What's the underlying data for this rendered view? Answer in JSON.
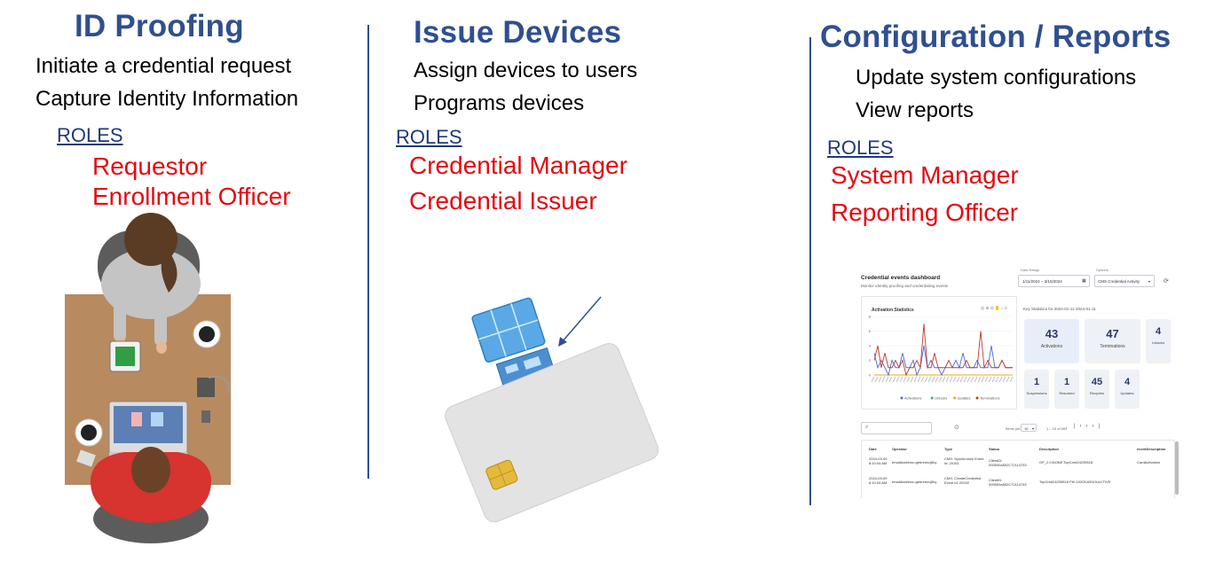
{
  "columns": [
    {
      "title": "ID Proofing",
      "lines": [
        "Initiate a credential request",
        "Capture Identity Information"
      ],
      "roles_label": "ROLES",
      "roles": [
        "Requestor",
        "Enrollment Officer"
      ]
    },
    {
      "title": "Issue Devices",
      "lines": [
        "Assign devices to users",
        "Programs devices"
      ],
      "roles_label": "ROLES",
      "roles": [
        "Credential Manager",
        "Credential Issuer"
      ]
    },
    {
      "title": "Configuration / Reports",
      "lines": [
        "Update system configurations",
        "View reports"
      ],
      "roles_label": "ROLES",
      "roles": [
        "System Manager",
        "Reporting Officer"
      ]
    }
  ],
  "colors": {
    "title": "#2f4f8f",
    "role": "#e5090f",
    "roles_label": "#1f3a7a",
    "divider": "#2f4f8f"
  },
  "dashboard": {
    "title": "Credential events dashboard",
    "subtitle": "Monitor identity proofing and credentialing events",
    "date_range_label": "Date Range",
    "date_range": "1/11/2024 – 3/10/2024",
    "options_label": "Options",
    "options_value": "CMS Credential Activity",
    "chart_title": "Activation Statistics",
    "stats_title": "Key Statistics for 2024-01-11-2024-01-11",
    "stats": [
      {
        "value": "43",
        "label": "Activations"
      },
      {
        "value": "47",
        "label": "Terminations"
      },
      {
        "value": "4",
        "label": "Unlocks"
      },
      {
        "value": "1",
        "label": "Suspensions"
      },
      {
        "value": "1",
        "label": "Resumed"
      },
      {
        "value": "45",
        "label": "Recycles"
      },
      {
        "value": "4",
        "label": "Updates"
      }
    ],
    "legend": [
      "Activations",
      "Unlocks",
      "Updates",
      "Terminations"
    ],
    "legend_colors": [
      "#4a6fd8",
      "#3cb371",
      "#e0b000",
      "#c0392b"
    ],
    "items_per_page_label": "Items per page:",
    "items_per_page": "10",
    "pagination": "1 – 10 of 553",
    "table_headers": [
      "Date",
      "Operator",
      "Type",
      "Status",
      "Description",
      "eventDescription"
    ],
    "table_rows": [
      [
        "2024-03-09 8:10:04 AM",
        "emailAddress=gebremo@ky",
        "CMS: Synchronize Event Id: 20151",
        "ClientID: 000500a552C72114733",
        "OP_2.0;NONE TopCred24239518",
        "CardActivation"
      ],
      [
        "2024-03-09 8:10:04 AM",
        "emailAddress=gebremo@ky",
        "CMS: CreateCredential Event Id: 20202",
        "ClientID: 000500a552C72114733",
        "TopCred24239518 PKI;10205;63315;ACTIVE",
        ""
      ]
    ],
    "chart_data": {
      "type": "line",
      "title": "Activation Statistics",
      "ylim": [
        0,
        8
      ],
      "yticks": [
        0,
        2,
        4,
        6,
        8
      ],
      "series": [
        {
          "name": "Activations",
          "values": [
            3,
            1,
            2,
            1,
            0,
            2,
            1,
            1,
            3,
            1,
            1,
            2,
            0,
            1,
            4,
            1,
            2,
            1,
            1,
            0,
            1,
            1,
            1,
            2,
            1,
            3,
            1,
            1,
            1,
            2,
            1,
            1,
            1,
            4,
            1,
            1,
            2,
            1,
            1,
            1
          ]
        },
        {
          "name": "Unlocks",
          "values": [
            0,
            0,
            0,
            0,
            0,
            0,
            0,
            0,
            0,
            0,
            0,
            0,
            0,
            0,
            0,
            0,
            0,
            0,
            0,
            0,
            0,
            0,
            0,
            0,
            0,
            0,
            0,
            0,
            0,
            0,
            0,
            0,
            0,
            0,
            0,
            0,
            0,
            0,
            0,
            0
          ]
        },
        {
          "name": "Updates",
          "values": [
            0,
            0,
            0,
            0,
            0,
            0,
            0,
            0,
            0,
            0,
            0,
            0,
            0,
            0,
            0,
            0,
            0,
            0,
            0,
            0,
            0,
            0,
            0,
            0,
            0,
            0,
            0,
            0,
            0,
            0,
            0,
            0,
            0,
            0,
            0,
            0,
            0,
            0,
            0,
            0
          ]
        },
        {
          "name": "Terminations",
          "values": [
            2,
            4,
            1,
            3,
            1,
            1,
            2,
            1,
            2,
            0,
            1,
            1,
            2,
            1,
            7,
            1,
            1,
            3,
            1,
            1,
            1,
            2,
            1,
            1,
            1,
            1,
            2,
            1,
            1,
            1,
            6,
            1,
            2,
            1,
            1,
            1,
            2,
            1,
            1,
            1
          ]
        }
      ]
    }
  }
}
